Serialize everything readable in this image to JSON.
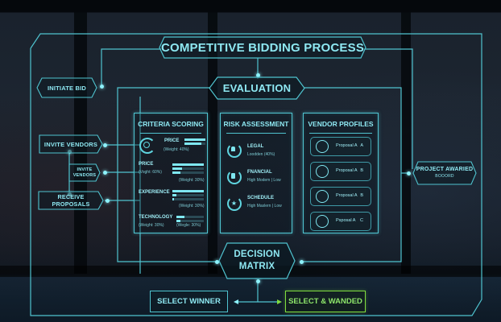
{
  "title": "COMPETITIVE BIDDING PROCESS",
  "evaluation": "EVALUATION",
  "left_nodes": {
    "initiate": "INITIATE BID",
    "invite_vendors": "INVITE VENDORS",
    "invite_vendors_sub_1": "INVITE",
    "invite_vendors_sub_2": "VENDORS",
    "receive_proposals": "RECEIVE PROPOSALS"
  },
  "right_node": {
    "label": "PROJECT AWARIED",
    "sub": "BOOORD"
  },
  "criteria": {
    "title": "CRITERIA SCORING",
    "items": [
      {
        "label": "PRICE",
        "weight": "(Weight: 40%)",
        "bars": [
          100,
          80
        ]
      },
      {
        "label": "PRICE",
        "weight": "(Voght: 60%)",
        "weight2": "(Weight: 30%)",
        "bars": [
          100,
          30,
          25
        ]
      },
      {
        "label": "EXPERIENCE",
        "weight": "(Weight: 30%)",
        "bars": [
          100,
          12,
          5
        ]
      },
      {
        "label": "TECHNOLOGY",
        "weight": "(Weight: 30%)",
        "weight2": "(Wegle: 30%)",
        "bars": [
          30,
          15
        ]
      }
    ]
  },
  "risk": {
    "title": "RISK ASSESSMENT",
    "items": [
      {
        "label": "LEGAL",
        "sub": "Loodden (40%)",
        "icon": "lock-icon"
      },
      {
        "label": "FNANCIAL",
        "sub": "High Modem | Low",
        "icon": "wallet-icon"
      },
      {
        "label": "SCHEDULE",
        "sub": "High Maslern | Low",
        "icon": "star-icon"
      }
    ]
  },
  "vendors": {
    "title": "VENDOR PROFILES",
    "items": [
      {
        "name": "Proposal A",
        "letter": "A"
      },
      {
        "name": "Proposal A",
        "letter": "B"
      },
      {
        "name": "Proposal A",
        "letter": "B"
      },
      {
        "name": "Psposal A",
        "letter": "C"
      }
    ]
  },
  "decision": {
    "line1": "DECISION",
    "line2": "MATRIX"
  },
  "select_winner": "SELECT WINNER",
  "select_awarded": "SELECT & WANDED",
  "colors": {
    "accent": "#4fc3cf",
    "text": "#8ee8f2",
    "green": "#7fdc3e"
  }
}
